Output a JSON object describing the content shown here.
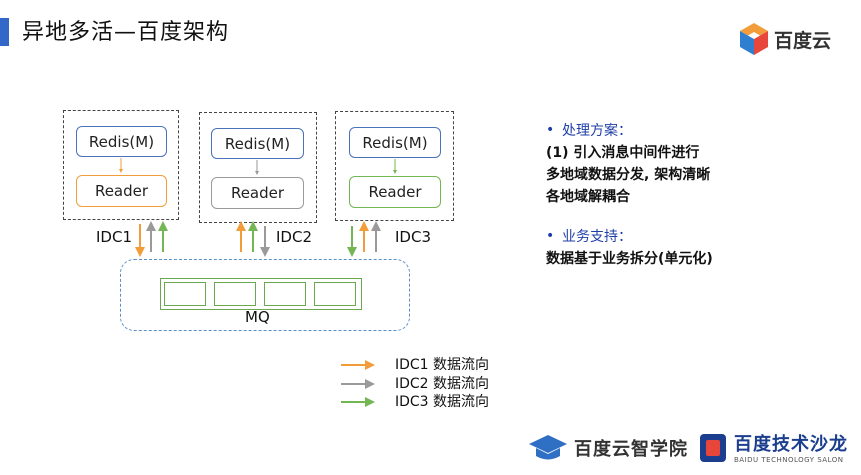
{
  "title": "异地多活—百度架构",
  "logo": {
    "text": "百度云"
  },
  "idcs": [
    {
      "label": "IDC1",
      "redis": "Redis(M)",
      "reader": "Reader",
      "color": "#f39c3a"
    },
    {
      "label": "IDC2",
      "redis": "Redis(M)",
      "reader": "Reader",
      "color": "#9a9a9a"
    },
    {
      "label": "IDC3",
      "redis": "Redis(M)",
      "reader": "Reader",
      "color": "#74b554"
    }
  ],
  "mq": {
    "label": "MQ"
  },
  "legend": [
    {
      "label": "IDC1 数据流向",
      "color": "#f39c3a"
    },
    {
      "label": "IDC2 数据流向",
      "color": "#9a9a9a"
    },
    {
      "label": "IDC3 数据流向",
      "color": "#74b554"
    }
  ],
  "panel": {
    "solution_title": "处理方案：",
    "solution_lines": [
      "(1) 引入消息中间件进行",
      "多地域数据分发, 架构清晰",
      "各地域解耦合"
    ],
    "support_title": "业务支持：",
    "support_lines": [
      "数据基于业务拆分(单元化)"
    ]
  },
  "footer": {
    "academy": "百度云智学院",
    "salon": "百度技术沙龙",
    "salon_en": "BAIDU TECHNOLOGY SALON"
  }
}
